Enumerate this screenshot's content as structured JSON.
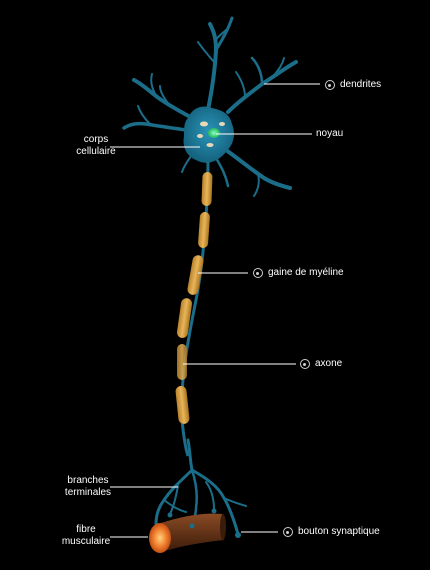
{
  "diagram": {
    "labels": {
      "dendrites": "dendrites",
      "noyau": "noyau",
      "corps_cellulaire": [
        "corps",
        "cellulaire"
      ],
      "gaine_myeline": "gaine de myéline",
      "axone": "axone",
      "branches_terminales": [
        "branches",
        "terminales"
      ],
      "fibre_musculaire": [
        "fibre",
        "musculaire"
      ],
      "bouton_synaptique": "bouton synaptique"
    },
    "colors": {
      "background": "#000000",
      "neuron": "#1b6e8a",
      "neuron_light": "#2a8fb0",
      "myelin": "#d9a441",
      "nucleus": "#2fd67a",
      "muscle": "#6b3a1e",
      "muscle_end": "#e8742a",
      "leader_line": "#ffffff"
    },
    "icons": [
      "audio-icon"
    ]
  }
}
